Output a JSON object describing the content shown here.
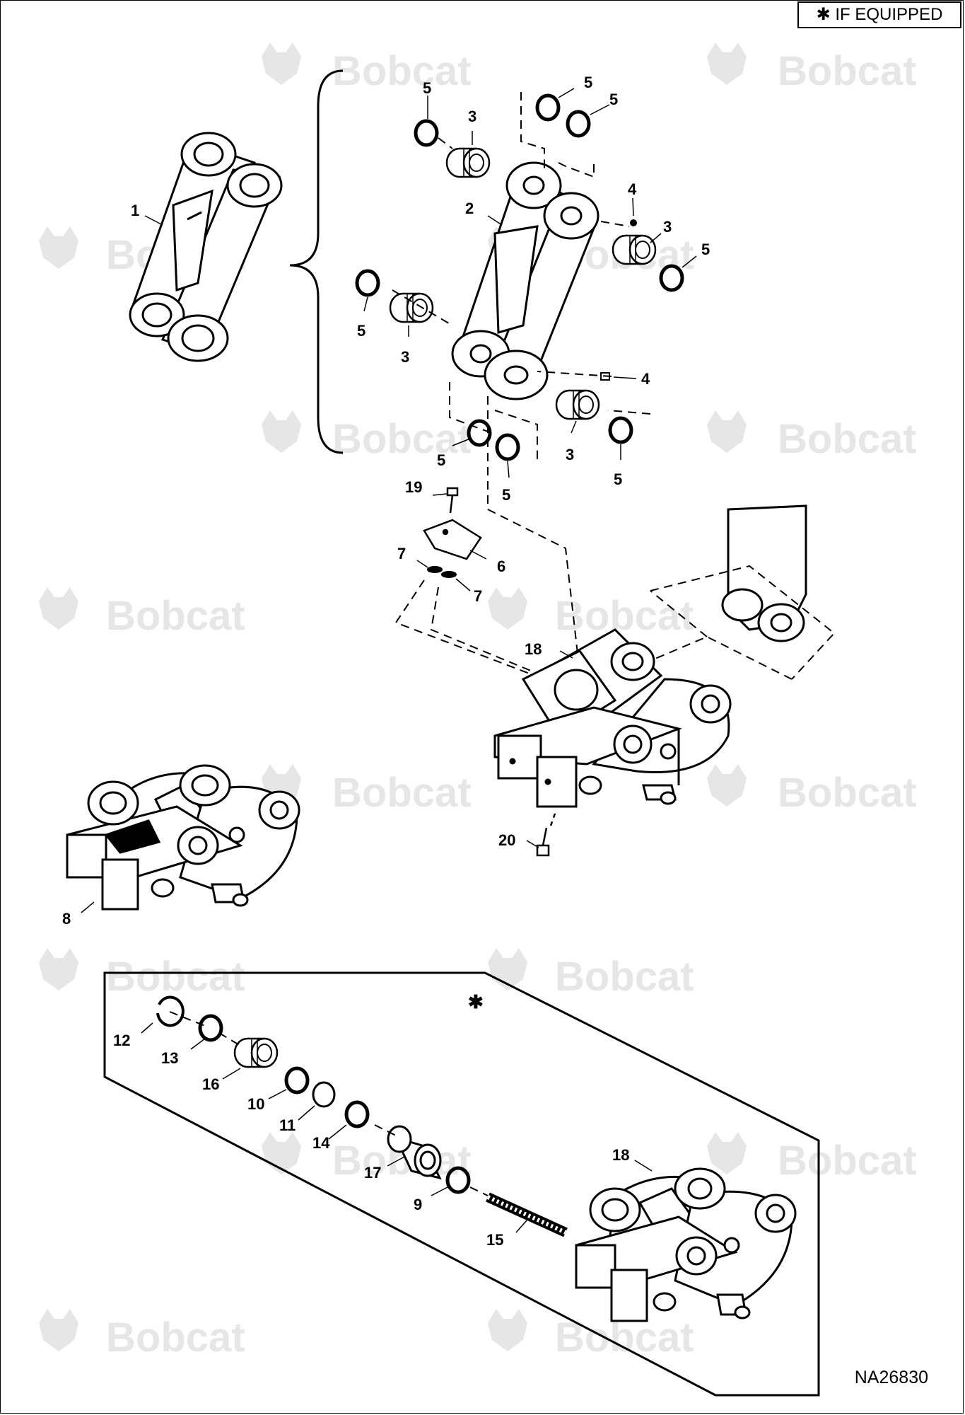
{
  "legend": {
    "text": "✱ IF EQUIPPED"
  },
  "drawing_id": "NA26830",
  "watermark": {
    "brand": "Bobcat",
    "color": "#e6e6e6"
  },
  "callouts": {
    "c1": "1",
    "c2": "2",
    "c3a": "3",
    "c3b": "3",
    "c3c": "3",
    "c3d": "3",
    "c4a": "4",
    "c4b": "4",
    "c5a": "5",
    "c5b": "5",
    "c5c": "5",
    "c5d": "5",
    "c5e": "5",
    "c5f": "5",
    "c5g": "5",
    "c5h": "5",
    "c6": "6",
    "c7a": "7",
    "c7b": "7",
    "c8": "8",
    "c9": "9",
    "c10": "10",
    "c11": "11",
    "c12": "12",
    "c13": "13",
    "c14": "14",
    "c15": "15",
    "c16": "16",
    "c17": "17",
    "c18a": "18",
    "c18b": "18",
    "c19": "19",
    "c20": "20",
    "star": "✱"
  }
}
